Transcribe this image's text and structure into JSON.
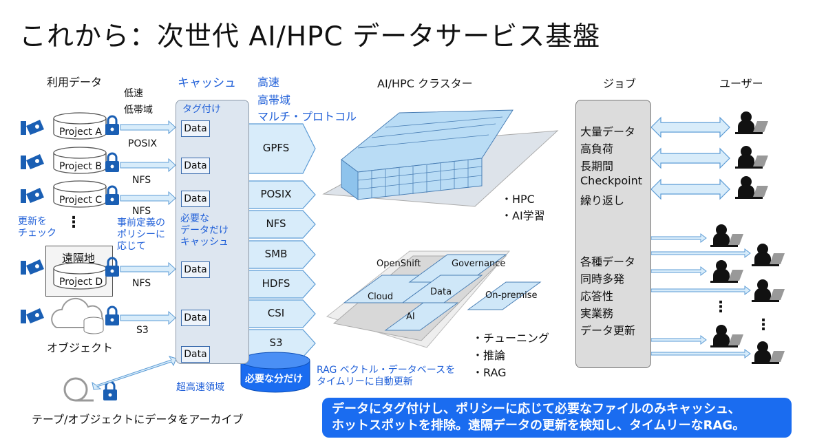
{
  "title": "これから：次世代 AI/HPC データサービス基盤",
  "headers": {
    "data_used": "利用データ",
    "cache": "キャッシュ",
    "cluster": "AI/HPC クラスター",
    "jobs": "ジョブ",
    "users": "ユーザー"
  },
  "left": {
    "low_speed": "低速",
    "low_bw": "低帯域",
    "update_check": "更新を\nチェック",
    "remote": "遠隔地",
    "object": "オブジェクト",
    "archive": "テープ/オブジェクトにデータをアーカイブ",
    "projects": [
      "Project A",
      "Project B",
      "Project C",
      "Project D"
    ],
    "protocols": [
      "POSIX",
      "NFS",
      "NFS",
      "NFS",
      "S3"
    ],
    "policy": "事前定義の\nポリシーに\n応じて",
    "ellipsis": "⋮"
  },
  "cache": {
    "tag": "タグ付け",
    "data_label": "Data",
    "needed": "必要な\nデータだけ\nキャッシュ",
    "ultra": "超高速領域",
    "only_needed": "必要な分だけ"
  },
  "middle": {
    "fast": "高速",
    "high_bw": "高帯域",
    "multi": "マルチ・プロトコル",
    "protocols": [
      "GPFS",
      "POSIX",
      "NFS",
      "SMB",
      "HDFS",
      "CSI",
      "S3"
    ],
    "rag_note": "RAG ベクトル・データベースを\nタイムリーに自動更新"
  },
  "cluster": {
    "bullets_top": [
      "・HPC",
      "・AI学習"
    ],
    "layers": [
      "OpenShift",
      "Governance",
      "Cloud",
      "Data",
      "On-premise",
      "AI"
    ],
    "bullets_bottom": [
      "・チューニング",
      "・推論",
      "・RAG"
    ]
  },
  "jobs": {
    "group1": [
      "大量データ",
      "高負荷",
      "長期間",
      "Checkpoint",
      "繰り返し"
    ],
    "group2": [
      "各種データ",
      "同時多発",
      "応答性",
      "実業務",
      "データ更新"
    ]
  },
  "callout": "データにタグ付けし、ポリシーに応じて必要なファイルのみキャッシュ、\nホットスポットを排除。遠隔データの更新を検知し、タイムリーなRAG。",
  "colors": {
    "accent_blue": "#1f5fd8",
    "callout_bg": "#1a6cf0",
    "lock_blue": "#1a5fb4",
    "arrow_fill": "#d8ecfa"
  }
}
